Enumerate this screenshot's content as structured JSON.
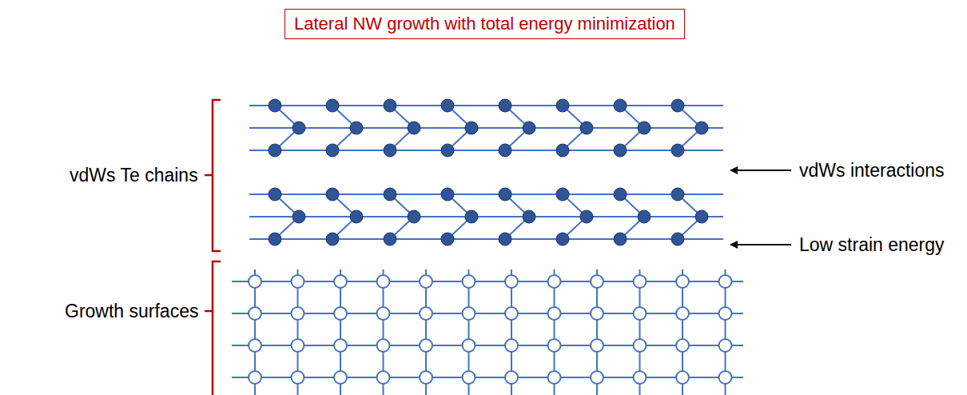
{
  "diagram": {
    "nodes": [
      {
        "text": [
          "Lateral NW growth with total energy minimization"
        ]
      }
    ],
    "labels": [
      "vdWs Te chains",
      "vdWs interactions",
      "Low strain energy",
      "Growth surfaces"
    ]
  }
}
